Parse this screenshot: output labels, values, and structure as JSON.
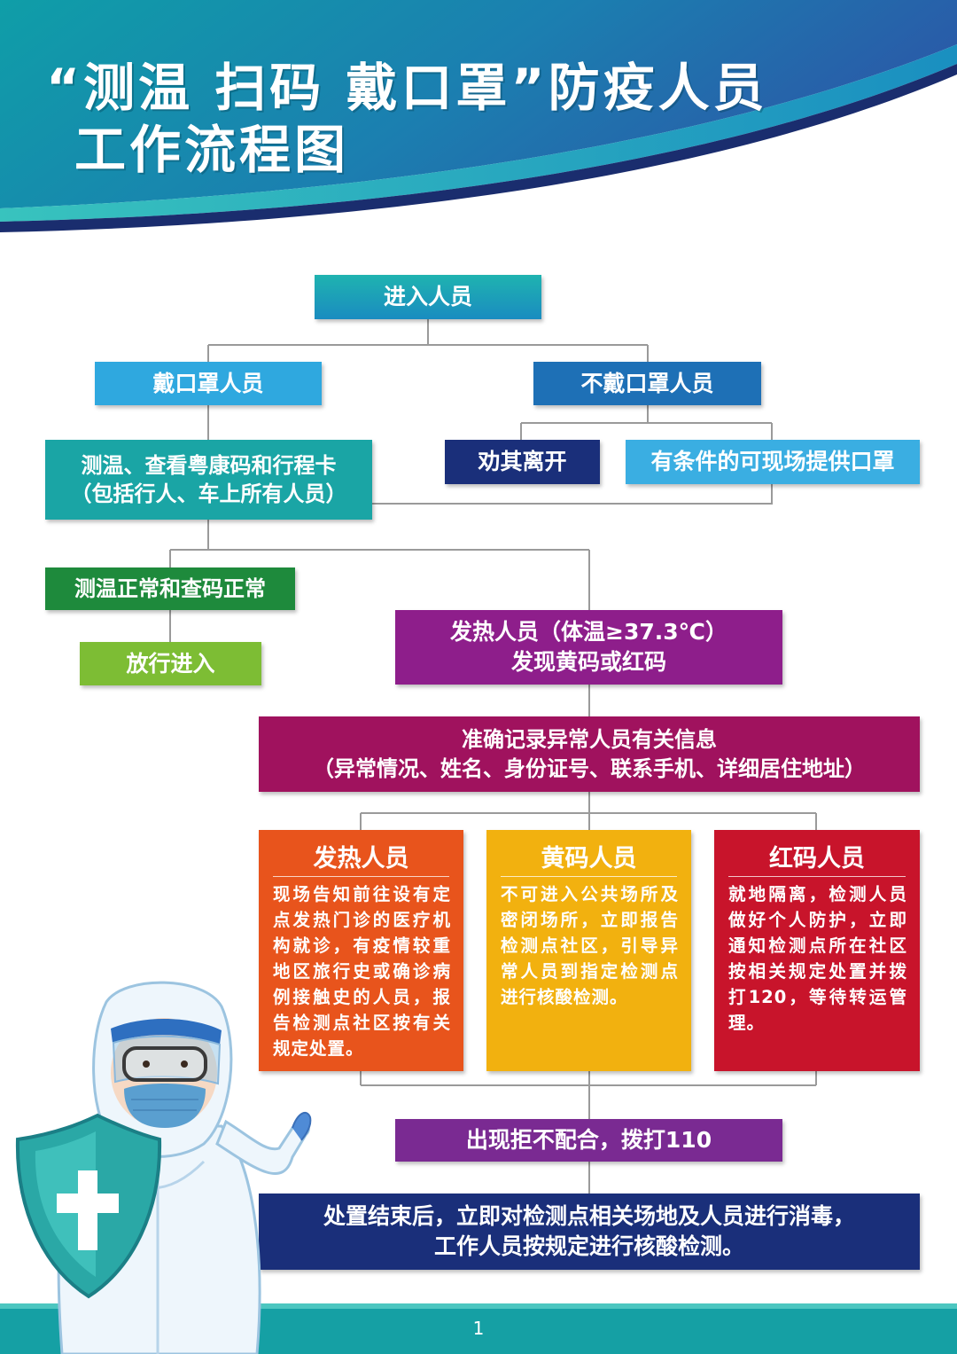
{
  "header": {
    "title_line1": "“测温  扫码  戴口罩”防疫人员",
    "title_line2": "工作流程图"
  },
  "flow": {
    "entry": "进入人员",
    "masked": "戴口罩人员",
    "unmasked": "不戴口罩人员",
    "check_line1": "测温、查看粤康码和行程卡",
    "check_line2": "（包括行人、车上所有人员）",
    "persuade_leave": "劝其离开",
    "provide_mask": "有条件的可现场提供口罩",
    "normal": "测温正常和查码正常",
    "allow_entry": "放行进入",
    "abnormal_line1": "发热人员（体温≥37.3℃）",
    "abnormal_line2": "发现黄码或红码",
    "record_line1": "准确记录异常人员有关信息",
    "record_line2": "（异常情况、姓名、身份证号、联系手机、详细居住地址）",
    "refuse": "出现拒不配合，拨打110",
    "final_line1": "处置结束后，立即对检测点相关场地及人员进行消毒，",
    "final_line2": "工作人员按规定进行核酸检测。"
  },
  "cards": [
    {
      "title": "发热人员",
      "body": "现场告知前往设有定点发热门诊的医疗机构就诊，有疫情较重地区旅行史或确诊病例接触史的人员，报告检测点社区按有关规定处置。",
      "color": "#e8541c"
    },
    {
      "title": "黄码人员",
      "body": "不可进入公共场所及密闭场所，立即报告检测点社区，引导异常人员到指定检测点进行核酸检测。",
      "color": "#f2b10f"
    },
    {
      "title": "红码人员",
      "body": "就地隔离，检测人员做好个人防护，立即通知检测点所在社区按相关规定处置并拨打120，等待转运管理。",
      "color": "#c8142b"
    }
  ],
  "page_number": "1",
  "colors": {
    "teal": "#1aa5a5",
    "sky": "#2fa8df",
    "blue": "#1e70b6",
    "navy": "#1a2f7a",
    "green": "#1e8a3c",
    "lime": "#7dbd34",
    "purple": "#8e1e8b",
    "magenta": "#a0125e",
    "connector": "#9a9a9a"
  }
}
